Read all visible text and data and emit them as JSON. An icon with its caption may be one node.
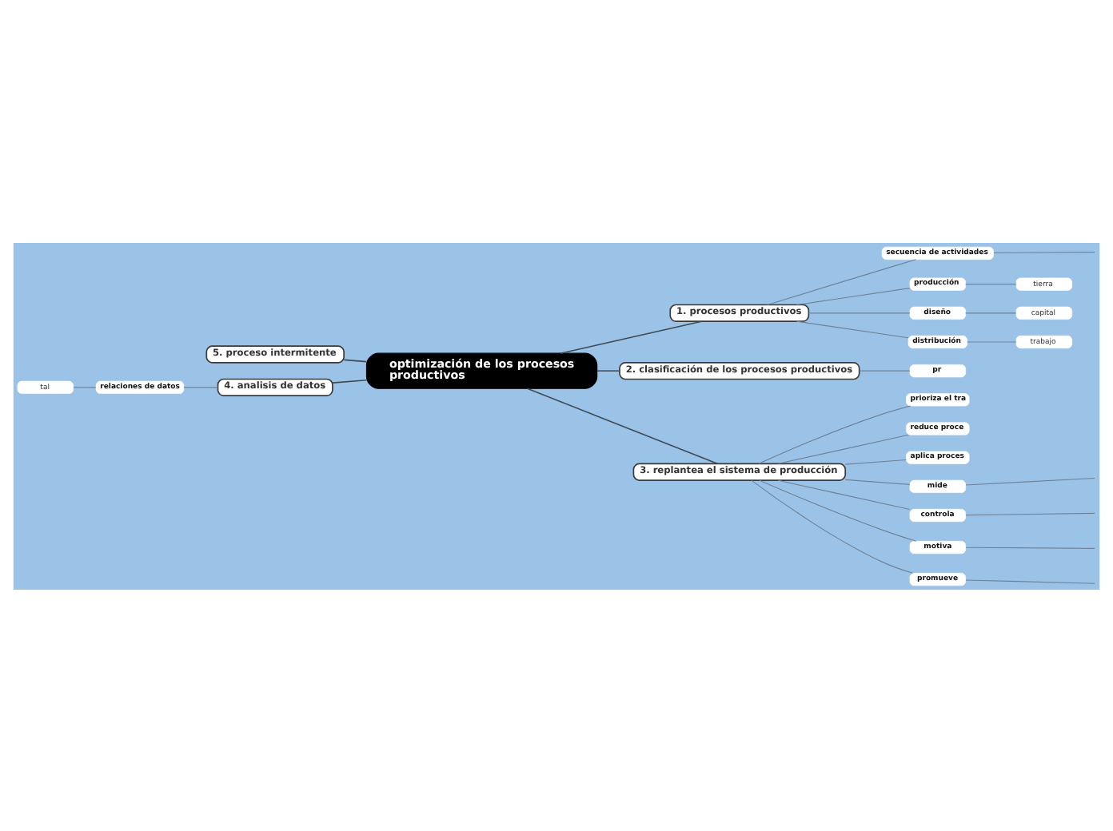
{
  "diagram": {
    "nodes": [
      {
        "text": [
          "optimización de los procesos productivos"
        ]
      },
      {
        "text": [
          "1. procesos productivos"
        ]
      },
      {
        "text": [
          "secuencia de actividades"
        ]
      },
      {
        "text": [
          "producción"
        ]
      },
      {
        "text": [
          "tierra"
        ]
      },
      {
        "text": [
          "diseño"
        ]
      },
      {
        "text": [
          "capital"
        ]
      },
      {
        "text": [
          "distribución"
        ]
      },
      {
        "text": [
          "trabajo"
        ]
      },
      {
        "text": [
          "2. clasificación de los procesos productivos"
        ]
      },
      {
        "text": [
          "pr"
        ]
      },
      {
        "text": [
          "3. replantea el sistema de producción"
        ]
      },
      {
        "text": [
          "prioriza el tra"
        ]
      },
      {
        "text": [
          "reduce proce"
        ]
      },
      {
        "text": [
          "aplica proces"
        ]
      },
      {
        "text": [
          "mide"
        ]
      },
      {
        "text": [
          "controla"
        ]
      },
      {
        "text": [
          "motiva"
        ]
      },
      {
        "text": [
          "promueve"
        ]
      },
      {
        "text": [
          "4. analisis de datos"
        ]
      },
      {
        "text": [
          "relaciones de datos"
        ]
      },
      {
        "text": [
          "tal"
        ]
      },
      {
        "text": [
          "5. proceso intermitente"
        ]
      }
    ],
    "edges": [
      {
        "from": 0,
        "to": 1,
        "arrow": "none",
        "color": "#3f4a55"
      },
      {
        "from": 1,
        "to": 2,
        "arrow": "none"
      },
      {
        "from": 1,
        "to": 3,
        "arrow": "none"
      },
      {
        "from": 1,
        "to": 5,
        "arrow": "none"
      },
      {
        "from": 1,
        "to": 7,
        "arrow": "none"
      },
      {
        "from": 2,
        "to": null,
        "arrow": "none"
      },
      {
        "from": 3,
        "to": 4,
        "arrow": "none"
      },
      {
        "from": 5,
        "to": 6,
        "arrow": "none"
      },
      {
        "from": 7,
        "to": 8,
        "arrow": "none"
      },
      {
        "from": 0,
        "to": 9,
        "arrow": "none",
        "color": "#3f4a55"
      },
      {
        "from": 9,
        "to": 10,
        "arrow": "none"
      },
      {
        "from": 0,
        "to": 11,
        "arrow": "none",
        "color": "#3f4a55"
      },
      {
        "from": 11,
        "to": 12,
        "arrow": "none"
      },
      {
        "from": 11,
        "to": 13,
        "arrow": "none"
      },
      {
        "from": 11,
        "to": 14,
        "arrow": "none"
      },
      {
        "from": 11,
        "to": 15,
        "arrow": "none"
      },
      {
        "from": 11,
        "to": 16,
        "arrow": "none"
      },
      {
        "from": 11,
        "to": 17,
        "arrow": "none"
      },
      {
        "from": 11,
        "to": 18,
        "arrow": "none"
      },
      {
        "from": 15,
        "to": null,
        "arrow": "none"
      },
      {
        "from": 16,
        "to": null,
        "arrow": "none"
      },
      {
        "from": 17,
        "to": null,
        "arrow": "none"
      },
      {
        "from": 18,
        "to": null,
        "arrow": "none"
      },
      {
        "from": 22,
        "to": 0,
        "arrow": "none",
        "color": "#3f4a55"
      },
      {
        "from": 21,
        "to": 20,
        "arrow": "none"
      },
      {
        "from": 20,
        "to": 19,
        "arrow": "none"
      },
      {
        "from": 19,
        "to": 0,
        "arrow": "none",
        "color": "#3f4a55"
      }
    ]
  }
}
